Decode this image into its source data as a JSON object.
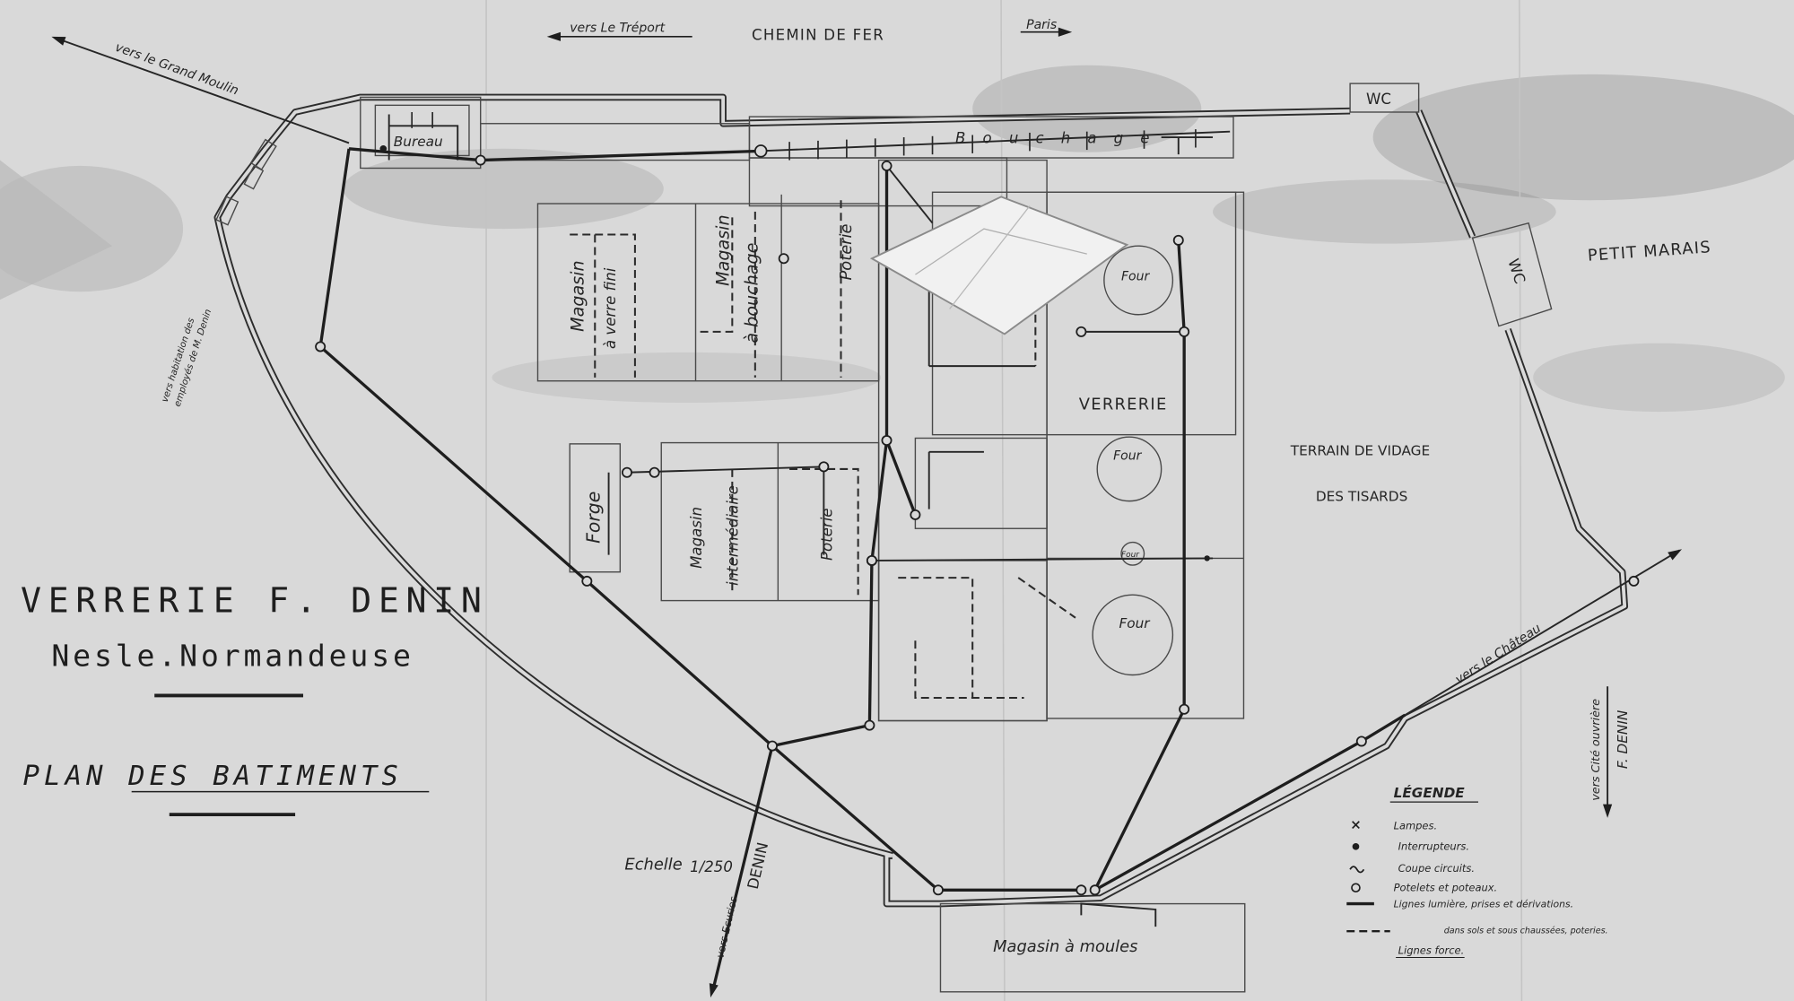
{
  "document": {
    "title": "VERRERIE F. DENIN",
    "location": "Nesle.Normandeuse",
    "plan_title": "PLAN DES BATIMENTS",
    "scale_label": "Echelle",
    "scale_value": "1/250"
  },
  "directions": {
    "treport": "vers Le Tréport",
    "railway": "CHEMIN DE FER",
    "paris": "Paris",
    "grand_moulin": "vers le Grand Moulin",
    "habitation_line1": "vers habitation des",
    "habitation_line2": "employés de M. Denin",
    "chateau": "vers le Château",
    "cite_line1": "vers Cité ouvrière",
    "cite_line2": "F. DENIN",
    "ecuries_line1": "vers Ecuries",
    "ecuries_line2": "DENIN"
  },
  "areas": {
    "petit_marais": "PETIT MARAIS",
    "terrain_line1": "TERRAIN DE VIDAGE",
    "terrain_line2": "DES TISARDS"
  },
  "buildings": {
    "bureau": "Bureau",
    "bouchage": "Bouchage",
    "wc_top": "WC",
    "wc_side": "WC",
    "magasin_verre_fini": {
      "line1": "Magasin",
      "line2": "à verre fini"
    },
    "magasin_bouchage": {
      "line1": "Magasin",
      "line2": "à bouchage"
    },
    "poterie_top": "Poterie",
    "verrerie": "VERRERIE",
    "four": [
      "Four",
      "Four",
      "Four",
      "Four"
    ],
    "forge": "Forge",
    "magasin_intermediaire": {
      "line1": "Magasin",
      "line2": "intermédiaire"
    },
    "poterie_middle": "Poterie",
    "magasin_moules": "Magasin à moules"
  },
  "legend": {
    "title": "LÉGENDE",
    "items": [
      {
        "symbol": "cross-icon",
        "label": "Lampes."
      },
      {
        "symbol": "filled-dot-icon",
        "label": "Interrupteurs."
      },
      {
        "symbol": "tilde-icon",
        "label": "Coupe circuits."
      },
      {
        "symbol": "open-circle-icon",
        "label": "Potelets et poteaux."
      },
      {
        "symbol": "solid-line-icon",
        "label": "Lignes lumière, prises et dérivations."
      },
      {
        "symbol": "dashed-line-icon",
        "note": "dans sols et sous chaussées, poteries.",
        "label": "Lignes force."
      }
    ]
  },
  "colors": {
    "paper": "#d9d9d9",
    "ink": "#262626"
  }
}
